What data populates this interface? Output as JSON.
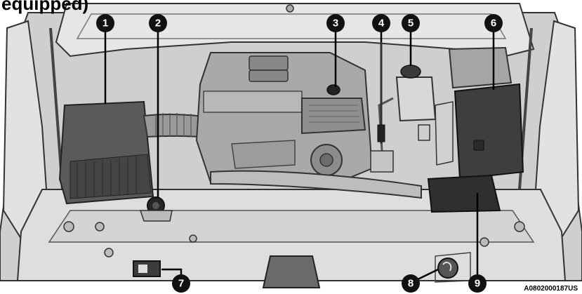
{
  "caption_top": "equipped)",
  "image_code": "A0802000187US",
  "callouts": [
    "1",
    "2",
    "3",
    "4",
    "5",
    "6",
    "7",
    "8",
    "9"
  ],
  "colors": {
    "callout_fill": "#111111",
    "callout_text": "#ffffff",
    "bay_background": "#cfcfcf",
    "engine_dark": "#555555",
    "hood_frame": "#e6e6e6"
  }
}
